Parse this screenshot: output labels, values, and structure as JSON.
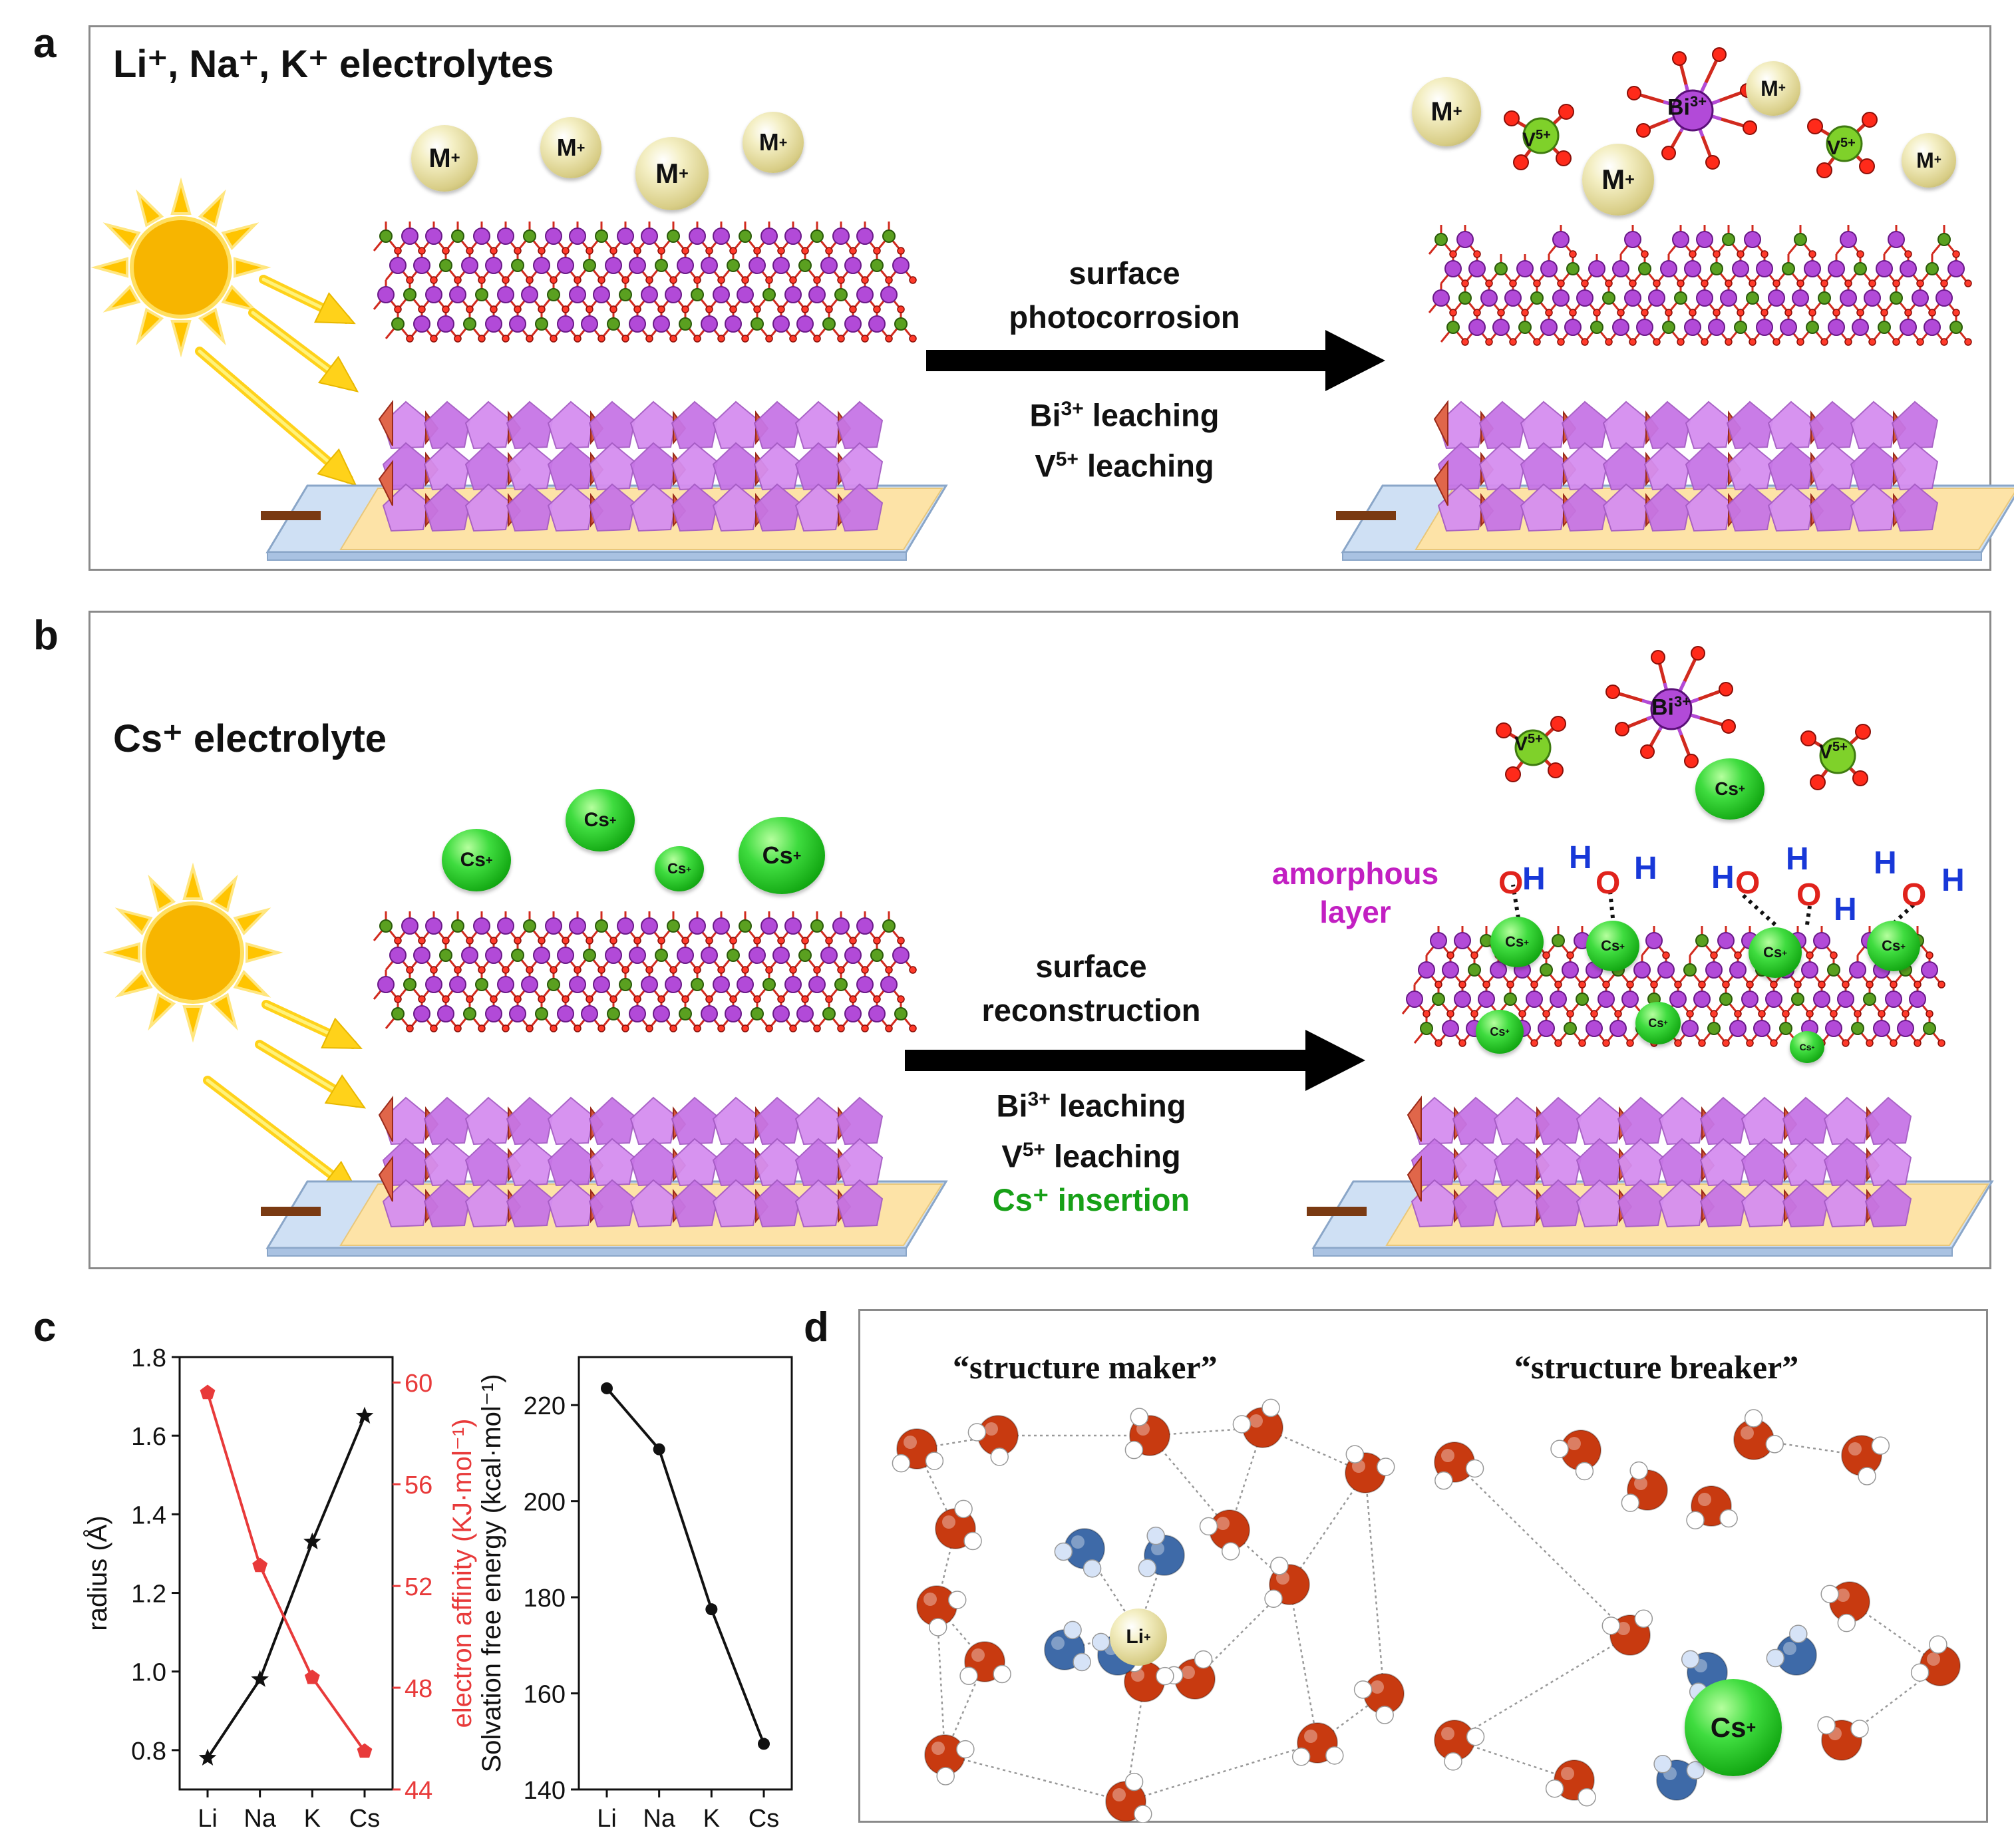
{
  "panels": {
    "a": {
      "letter": "a",
      "title": "Li⁺, Na⁺, K⁺ electrolytes",
      "step_line1": "surface",
      "step_line2": "photocorrosion",
      "leach_bi": "Bi",
      "leach_bi_charge": "3+",
      "leach_v": "V",
      "leach_v_charge": "5+",
      "leaching_word": " leaching",
      "ion_label": "M",
      "ion_charge": "+",
      "bi_ion_label": "Bi",
      "bi_ion_charge": "3+",
      "v_ion_label": "V",
      "v_ion_charge": "5+"
    },
    "b": {
      "letter": "b",
      "title": "Cs⁺ electrolyte",
      "step_line1": "surface",
      "step_line2": "reconstruction",
      "leach_bi": "Bi",
      "leach_bi_charge": "3+",
      "leach_v": "V",
      "leach_v_charge": "5+",
      "leaching_word": " leaching",
      "insertion": "Cs⁺ insertion",
      "ion_label": "Cs",
      "ion_charge": "+",
      "amorphous_line1": "amorphous",
      "amorphous_line2": "layer",
      "bi_ion_label": "Bi",
      "bi_ion_charge": "3+",
      "v_ion_label": "V",
      "v_ion_charge": "5+",
      "oh_o": "O",
      "oh_h": "H",
      "water_h": "H",
      "water_o": "O"
    },
    "c": {
      "letter": "c",
      "chart_data": [
        {
          "type": "line",
          "categories": [
            "Li",
            "Na",
            "K",
            "Cs"
          ],
          "ylabel": "radius (Å)",
          "ylabel2": "electron affinity (KJ·mol⁻¹)",
          "ylim": [
            0.7,
            1.8
          ],
          "ylim2": [
            44,
            61
          ],
          "yticks": [
            "0.8",
            "1.0",
            "1.2",
            "1.4",
            "1.6",
            "1.8"
          ],
          "yticks2": [
            "44",
            "48",
            "52",
            "56",
            "60"
          ],
          "series": [
            {
              "axis": "left",
              "values": [
                0.78,
                0.98,
                1.33,
                1.65
              ],
              "color": "#111111",
              "marker": "star"
            },
            {
              "axis": "right",
              "values": [
                59.6,
                52.8,
                48.4,
                45.5
              ],
              "color": "#e83a3a",
              "marker": "pentagon"
            }
          ]
        },
        {
          "type": "line",
          "categories": [
            "Li",
            "Na",
            "K",
            "Cs"
          ],
          "ylabel": "Solvation free energy (kcal·mol⁻¹)",
          "ylim": [
            140,
            230
          ],
          "yticks": [
            "140",
            "160",
            "180",
            "200",
            "220"
          ],
          "series": [
            {
              "values": [
                223.5,
                210.8,
                177.5,
                149.5
              ],
              "color": "#111111",
              "marker": "circle"
            }
          ]
        }
      ]
    },
    "d": {
      "letter": "d",
      "maker_label": "“structure maker”",
      "breaker_label": "“structure breaker”",
      "li_label": "Li",
      "li_charge": "+",
      "cs_label": "Cs",
      "cs_charge": "+"
    }
  },
  "colors": {
    "bi_purple": "#a033c8",
    "v_green": "#3f8a1a",
    "oxygen_red": "#e0231c",
    "cs_green": "#1fbf1f",
    "sun": "#f7b500",
    "arrow": "#000000",
    "water_o": "#c83a10",
    "water_first_shell": "#3e6aa8",
    "amorphous_text": "#c21fc2",
    "h_blue": "#1838d8",
    "line_red": "#e83a3a"
  }
}
